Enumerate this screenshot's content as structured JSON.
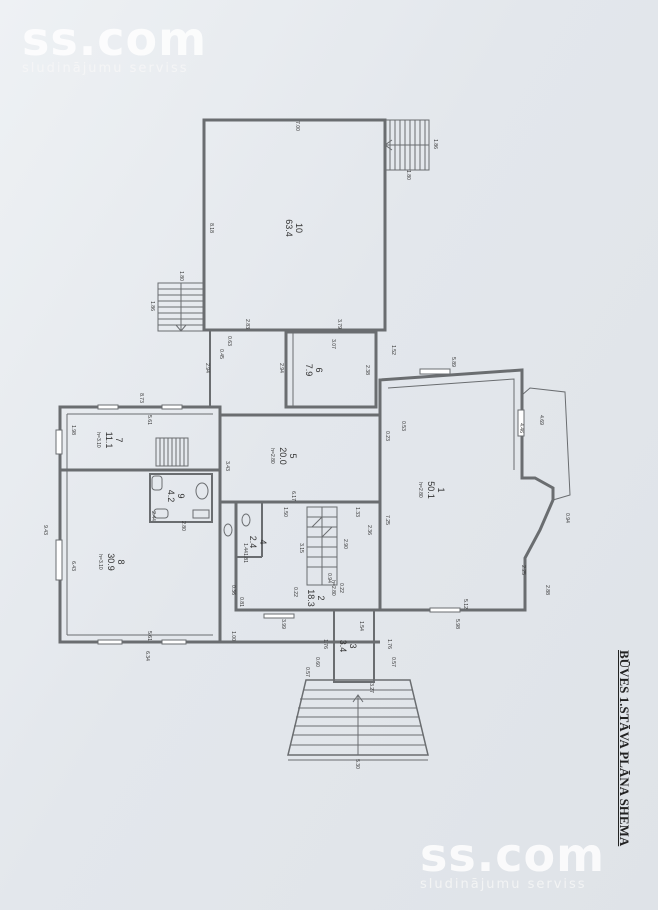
{
  "watermark": {
    "brand": "ss.com",
    "tagline": "sludinājumu serviss"
  },
  "plan_title": "BŪVES 1.STĀVA PLĀNA SHEMA",
  "rooms": [
    {
      "no": "1",
      "area": "50.1",
      "height": "h=2.80"
    },
    {
      "no": "2",
      "area": "18.3",
      "height": "h=2.80"
    },
    {
      "no": "3",
      "area": "3.4"
    },
    {
      "no": "4",
      "area": "2.4"
    },
    {
      "no": "5",
      "area": "20.0",
      "height": "h=2.80"
    },
    {
      "no": "6",
      "area": "7.9"
    },
    {
      "no": "7",
      "area": "11.1",
      "height": "h=3.10"
    },
    {
      "no": "8",
      "area": "30.9",
      "height": "h=3.10"
    },
    {
      "no": "9",
      "area": "4.2"
    },
    {
      "no": "10",
      "area": "63.4"
    }
  ],
  "dimensions": {
    "d700": "7.00",
    "d186a": "1.86",
    "d180a": "1.80",
    "d818": "8.18",
    "d180b": "1.80",
    "d186b": "1.86",
    "d283": "2.83",
    "d379": "3.79",
    "d063": "0.63",
    "d045": "0.45",
    "d294a": "2.94",
    "d294b": "2.94",
    "d307": "3.07",
    "d152": "1.52",
    "d238": "2.38",
    "d589": "5.89",
    "d873": "8.73",
    "d561a": "5.61",
    "d198": "1.98",
    "d053": "0.53",
    "d023": "0.23",
    "d343": "3.43",
    "d617": "6.17",
    "d943": "9.43",
    "d643": "6.43",
    "d561b": "5.61",
    "d634": "6.34",
    "d244": "2.44",
    "d280": "2.80",
    "d150": "1.50",
    "d133": "1.33",
    "d144": "1.44",
    "d181": "1.81",
    "d315": "3.15",
    "d290": "2.90",
    "d236": "2.36",
    "d725": "7.25",
    "d512": "5.12",
    "d598": "5.98",
    "d399": "3.99",
    "d100": "1.00",
    "d154": "1.54",
    "d176a": "1.76",
    "d176b": "1.76",
    "d060": "0.60",
    "d057a": "0.57",
    "d057b": "0.57",
    "d327": "3.27",
    "d530": "5.30",
    "d446": "4.46",
    "d469": "4.69",
    "d225": "2.25",
    "d288": "2.88",
    "d094": "0.94",
    "d036": "0.36",
    "d081": "0.81",
    "d022a": "0.22",
    "d022b": "0.22",
    "d094b": "0.94"
  }
}
